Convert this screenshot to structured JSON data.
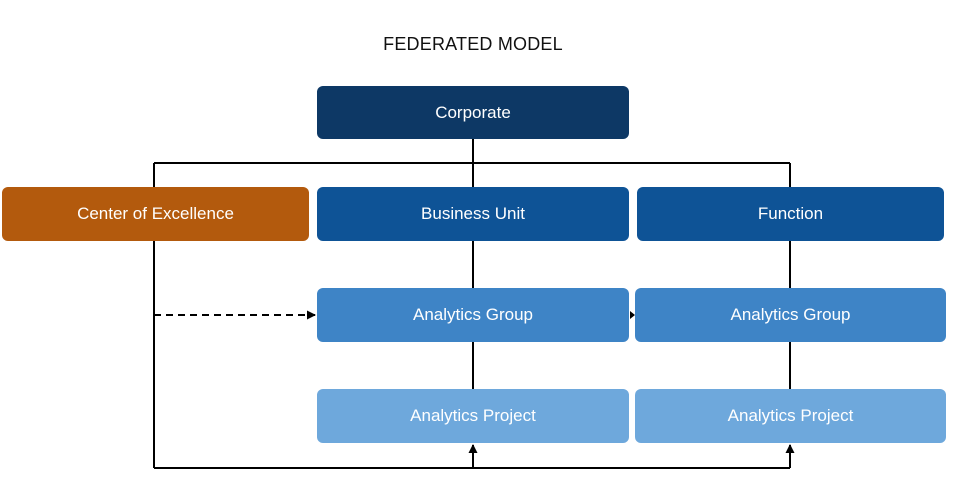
{
  "diagram": {
    "title": "FEDERATED MODEL",
    "nodes": {
      "corporate": "Corporate",
      "center_of_excellence": "Center of Excellence",
      "business_unit": "Business Unit",
      "function": "Function",
      "analytics_group_1": "Analytics Group",
      "analytics_group_2": "Analytics Group",
      "analytics_project_1": "Analytics Project",
      "analytics_project_2": "Analytics Project"
    },
    "edges": [
      {
        "from": "corporate",
        "to": "center_of_excellence",
        "style": "solid"
      },
      {
        "from": "corporate",
        "to": "business_unit",
        "style": "solid"
      },
      {
        "from": "corporate",
        "to": "function",
        "style": "solid"
      },
      {
        "from": "business_unit",
        "to": "analytics_group_1",
        "style": "solid"
      },
      {
        "from": "analytics_group_1",
        "to": "analytics_project_1",
        "style": "solid"
      },
      {
        "from": "function",
        "to": "analytics_group_2",
        "style": "solid"
      },
      {
        "from": "analytics_group_2",
        "to": "analytics_project_2",
        "style": "solid"
      },
      {
        "from": "center_of_excellence",
        "to": "analytics_group_1",
        "style": "dashed",
        "arrow": true
      },
      {
        "from": "center_of_excellence",
        "to": "analytics_project_1",
        "style": "solid",
        "arrow": true
      },
      {
        "from": "center_of_excellence",
        "to": "analytics_project_2",
        "style": "solid",
        "arrow": true
      }
    ],
    "colors": {
      "corporate": "#0d3865",
      "business_unit": "#0e5396",
      "function": "#0e5396",
      "center_of_excellence": "#b35a0d",
      "analytics_group": "#3e84c6",
      "analytics_project": "#6ea8dc",
      "connector": "#000000",
      "text": "#ffffff"
    }
  }
}
